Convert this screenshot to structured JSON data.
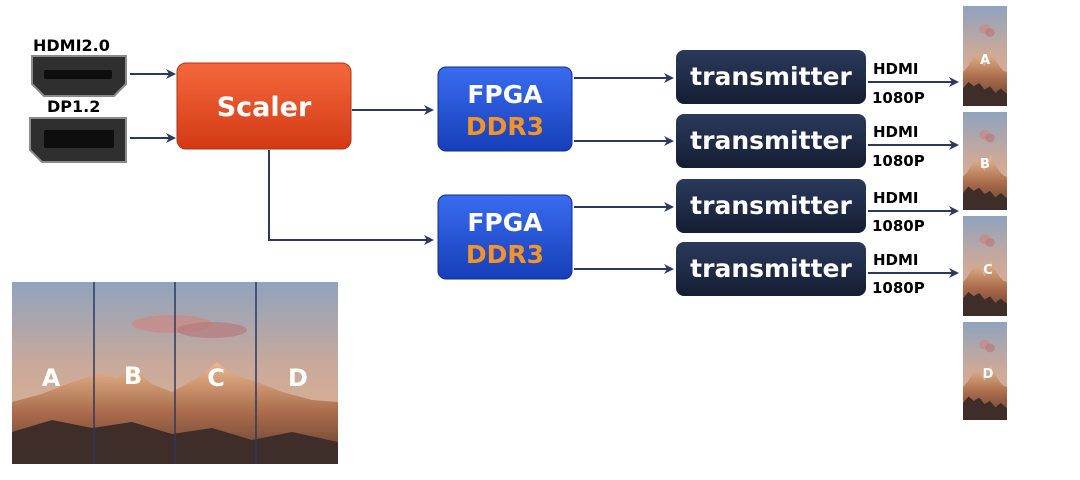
{
  "inputs": {
    "hdmi_label": "HDMI2.0",
    "dp_label": "DP1.2"
  },
  "scaler": {
    "label": "Scaler"
  },
  "fpga": [
    {
      "line1": "FPGA",
      "line2": "DDR3"
    },
    {
      "line1": "FPGA",
      "line2": "DDR3"
    }
  ],
  "transmitters": [
    {
      "label": "transmitter",
      "port": "HDMI",
      "resolution": "1080P",
      "output": "A"
    },
    {
      "label": "transmitter",
      "port": "HDMI",
      "resolution": "1080P",
      "output": "B"
    },
    {
      "label": "transmitter",
      "port": "HDMI",
      "resolution": "1080P",
      "output": "C"
    },
    {
      "label": "transmitter",
      "port": "HDMI",
      "resolution": "1080P",
      "output": "D"
    }
  ],
  "video_wall": {
    "segments": [
      "A",
      "B",
      "C",
      "D"
    ]
  },
  "colors": {
    "scaler": "#e8471f",
    "fpga": "#1f4fd6",
    "ddr3": "#f5922a",
    "transmitter": "#1e2a45",
    "arrow": "#2a3a5e",
    "connector": "#3a3a3a"
  }
}
